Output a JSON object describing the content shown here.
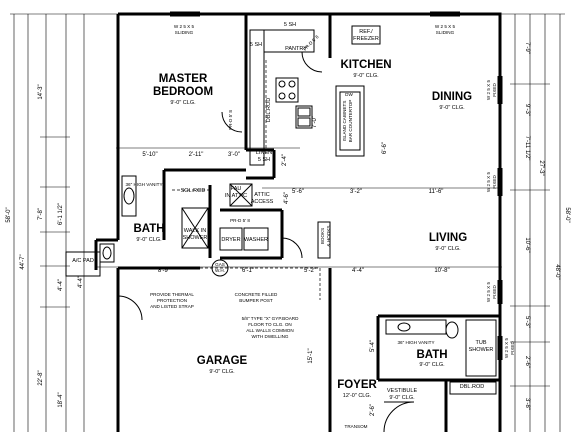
{
  "rooms": {
    "master_bedroom": {
      "name_line1": "MASTER",
      "name_line2": "BEDROOM",
      "ceiling": "9'-0\" CLG."
    },
    "kitchen": {
      "name": "KITCHEN",
      "ceiling": "9'-0\" CLG."
    },
    "dining": {
      "name": "DINING",
      "ceiling": "9'-0\" CLG."
    },
    "living": {
      "name": "LIVING",
      "ceiling": "9'-0\" CLG."
    },
    "bath_left": {
      "name": "BATH",
      "ceiling": "9'-0\" CLG."
    },
    "bath_right": {
      "name": "BATH",
      "ceiling": "9'-0\" CLG."
    },
    "garage": {
      "name": "GARAGE",
      "ceiling": "9'-0\" CLG."
    },
    "foyer": {
      "name": "FOYER",
      "ceiling": "12'-0\" CLG."
    },
    "vestibule": {
      "name": "VESTIBULE",
      "ceiling": "9'-0\" CLG."
    }
  },
  "fixtures": {
    "sh_top": "5 SH",
    "sh_left": "5 SH",
    "pantry": "PANTRY",
    "ref_freezer_1": "REF./",
    "ref_freezer_2": "FREEZER",
    "dbl_rod": "DBL.ROD",
    "sgl_rod": "SGL.ROD",
    "dbl_rod_right": "DBL.ROD",
    "linen": "LINEN",
    "sh_linen": "5 SH",
    "attic_1": "ATTIC",
    "attic_2": "ACCESS",
    "fau_1": "FAU",
    "fau_2": "IN ATTIC",
    "dryer": "DRYER",
    "washer": "WASHER",
    "ac_pad": "A/C PAD",
    "walk_in_shower_1": "WALK IN",
    "walk_in_shower_2": "SHOWER",
    "high_vanity_left": "36\" HIGH VANITY",
    "high_vanity_right": "36\" HIGH VANITY",
    "tub_shower_1": "TUB",
    "tub_shower_2": "SHOWER",
    "books_1": "BOOKS",
    "books_2": "& HOOKS",
    "gas_wh_1": "GAS",
    "gas_wh_2": "W.H.",
    "bar_1": "BAR COUNTERTOP",
    "bar_2": "ISLAND CABINETS",
    "dw": "DW",
    "transom": "TRANSOM"
  },
  "windows": {
    "top_master": "W 2 5 X 5",
    "top_master_sub": "SLIDING",
    "top_dining": "W 2 5 X 5",
    "top_dining_sub": "SLIDING",
    "right_dining": "W 2 5 X 5",
    "right_dining_sub": "FIXED",
    "right_mid": "W 2 5 X 5",
    "right_mid_sub": "FIXED",
    "right_living": "W 2 5 X 5",
    "right_living_sub": "FIXED",
    "right_bath": "W 2 5 X 5",
    "right_bath_sub": "FIXED"
  },
  "doors": {
    "pantry_door": "PR-D 5' 8",
    "pr_d_1": "PR-D 5' 8",
    "pr_d_2": "PR-D 5' 8"
  },
  "notes": {
    "thermal_1": "PROVIDE THERMAL",
    "thermal_2": "PROTECTION",
    "thermal_3": "AND LISTED STRAP",
    "concrete_1": "CONCRETE FILLED",
    "concrete_2": "BUMPER POST",
    "gyp_1": "5/8\" TYPE \"X\" GYP.BOARD",
    "gyp_2": "FLOOR TO CLG. ON",
    "gyp_3": "ALL WALLS COMMON",
    "gyp_4": "WITH DWELLING"
  },
  "dimensions": {
    "left_total": "58'-0\"",
    "right_total": "58'-0\"",
    "left_1": "14'-3\"",
    "left_2": "7'-8\"",
    "left_3": "6'-1 1/2\"",
    "left_4": "4'-4\"",
    "left_5": "22'-8\"",
    "left_6": "18'-4\"",
    "left_7": "4'-4\"",
    "left_mid": "44'-7\"",
    "right_1": "7'-9\"",
    "right_2": "9'-3\"",
    "right_3": "7'-11 1/2\"",
    "right_4": "27'-3\"",
    "right_5": "10'-6\"",
    "right_6": "2'-6\"",
    "right_7": "48'-0\"",
    "right_8": "5'-3\"",
    "right_9": "3'-8\"",
    "h_1": "5'-10\"",
    "h_2": "2'-11\"",
    "h_3": "3'-0\"",
    "h_4": "5'-6\"",
    "h_5": "3'-2\"",
    "h_6": "11'-6\"",
    "h_7": "8'-9\"",
    "h_8": "6'-1\"",
    "h_9": "5'-2\"",
    "h_10": "4'-4\"",
    "h_11": "10'-8\"",
    "k_1": "7'-0\"",
    "k_2": "2'-4\"",
    "k_3": "6'-6\"",
    "k_4": "4'-6\"",
    "g_1": "15'-1\"",
    "f_1": "5'-4\"",
    "f_2": "2'-6\""
  }
}
